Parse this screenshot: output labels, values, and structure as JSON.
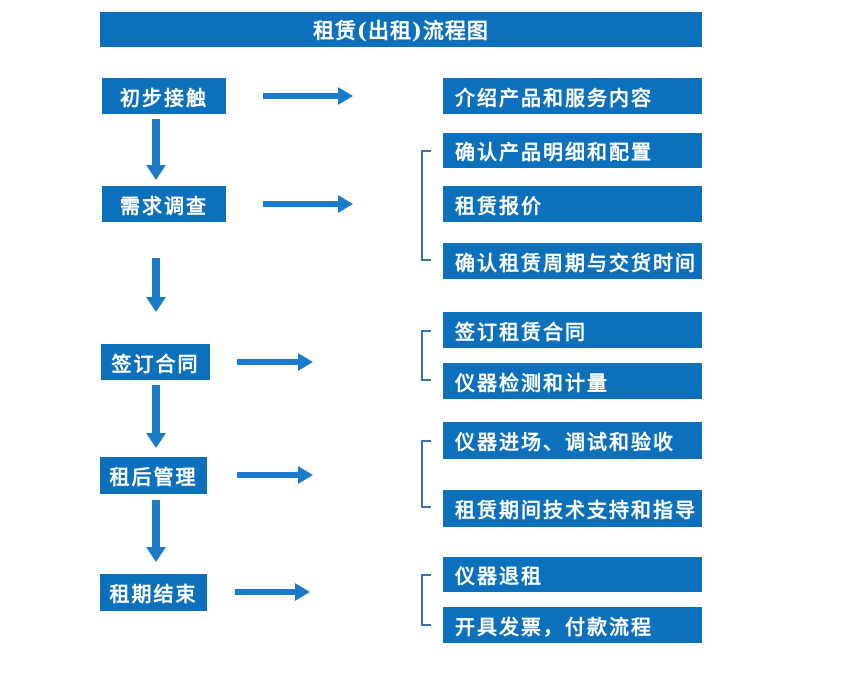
{
  "title": "租赁(出租)流程图",
  "colors": {
    "box_blue": "#0c70bc",
    "arrow_blue": "#1b7ac9",
    "bracket_blue": "#2e74b5",
    "text_white": "#ffffff",
    "background": "#ffffff"
  },
  "steps": [
    {
      "label": "初步接触",
      "details": [
        "介绍产品和服务内容"
      ]
    },
    {
      "label": "需求调查",
      "details": [
        "确认产品明细和配置",
        "租赁报价",
        "确认租赁周期与交货时间"
      ]
    },
    {
      "label": "签订合同",
      "details": [
        "签订租赁合同",
        "仪器检测和计量"
      ]
    },
    {
      "label": "租后管理",
      "details": [
        "仪器进场、调试和验收",
        "租赁期间技术支持和指导"
      ]
    },
    {
      "label": "租期结束",
      "details": [
        "仪器退租",
        "开具发票，付款流程"
      ]
    }
  ]
}
